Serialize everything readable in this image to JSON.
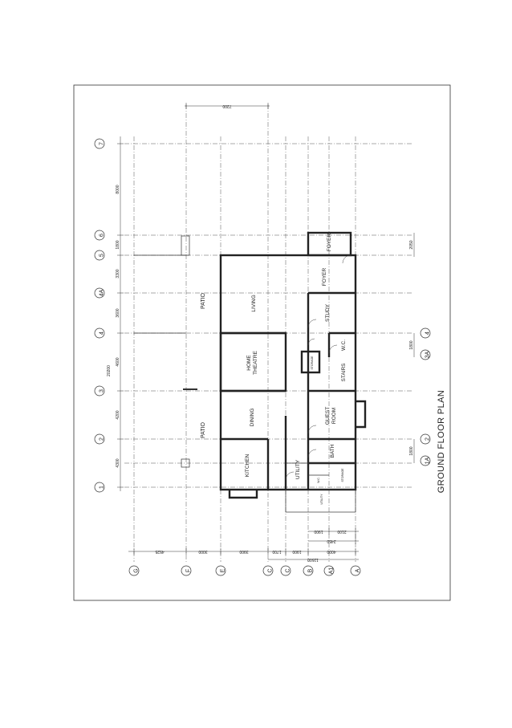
{
  "drawing": {
    "title": "GROUND FLOOR PLAN",
    "grid_rows": [
      "1",
      "2",
      "3",
      "4",
      "4A",
      "5",
      "6",
      "7"
    ],
    "grid_cols": [
      "G",
      "F",
      "E",
      "C",
      "C",
      "B",
      "A1",
      "A"
    ],
    "sub_grids": [
      "1A",
      "2",
      "3A",
      "4"
    ],
    "right_dims": [
      "4300",
      "4200",
      "4600",
      "3600",
      "3300",
      "1800",
      "8000"
    ],
    "right_total": "20200",
    "bottom_dims": [
      "4525",
      "3000",
      "3900",
      "1700",
      "1900",
      "4000"
    ],
    "bottom_total": "11500",
    "bottom_small_dims": [
      "1900",
      "2100",
      "2450"
    ],
    "top_dim": "7200",
    "left_dims": [
      "1800",
      "2050",
      "1800"
    ],
    "rooms": [
      "KITCHEN",
      "DINING",
      "HOME THEATRE",
      "LIVING",
      "PATIO",
      "PATIO",
      "UTILITY",
      "BATH",
      "GUEST ROOM",
      "STAIRS",
      "W.C.",
      "STUDY",
      "FOYER",
      "FOYER",
      "STORAGE",
      "STORAGE",
      "UTILITY",
      "W.C."
    ]
  }
}
